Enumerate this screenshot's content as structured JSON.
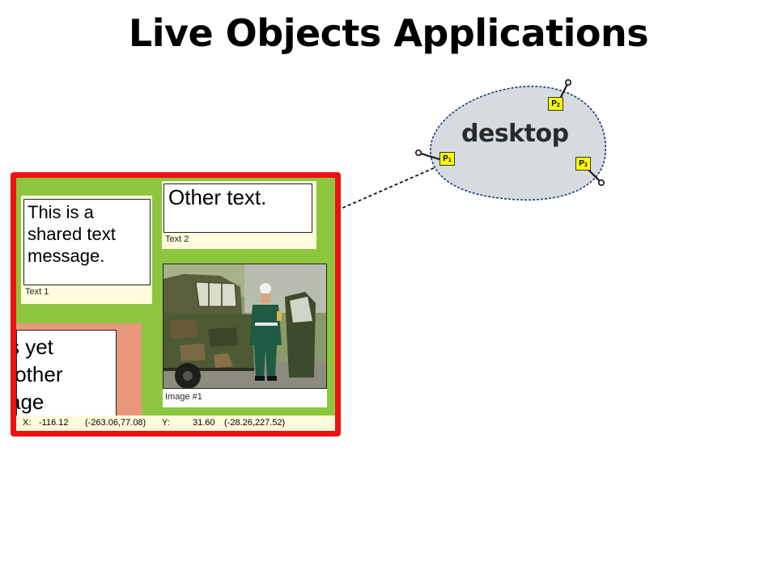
{
  "slide": {
    "title": "Live Objects Applications",
    "desktop_label": "desktop",
    "pins": [
      {
        "name": "P",
        "sub": "1"
      },
      {
        "name": "P",
        "sub": "2"
      },
      {
        "name": "P",
        "sub": "3"
      }
    ]
  },
  "app": {
    "text1": {
      "content": "This is a shared text message.",
      "caption": "Text 1"
    },
    "text2": {
      "content": "Other text.",
      "caption": "Text 2"
    },
    "image": {
      "caption": "Image #1"
    },
    "clipped_text": "s yet\n other\nage",
    "status": {
      "x_label": "X:",
      "x_value": "-116.12",
      "x_pair": "(-263.06,77.08)",
      "y_label": "Y:",
      "y_value": "31.60",
      "y_pair": "(-28.26,227.52)"
    }
  },
  "colors": {
    "frame": "#ee1111",
    "canvas": "#8cc63f",
    "panel": "#fefcdc",
    "salmon": "#e8967c",
    "desktop_fill": "#d6dbe0",
    "pin": "#ffff00"
  }
}
